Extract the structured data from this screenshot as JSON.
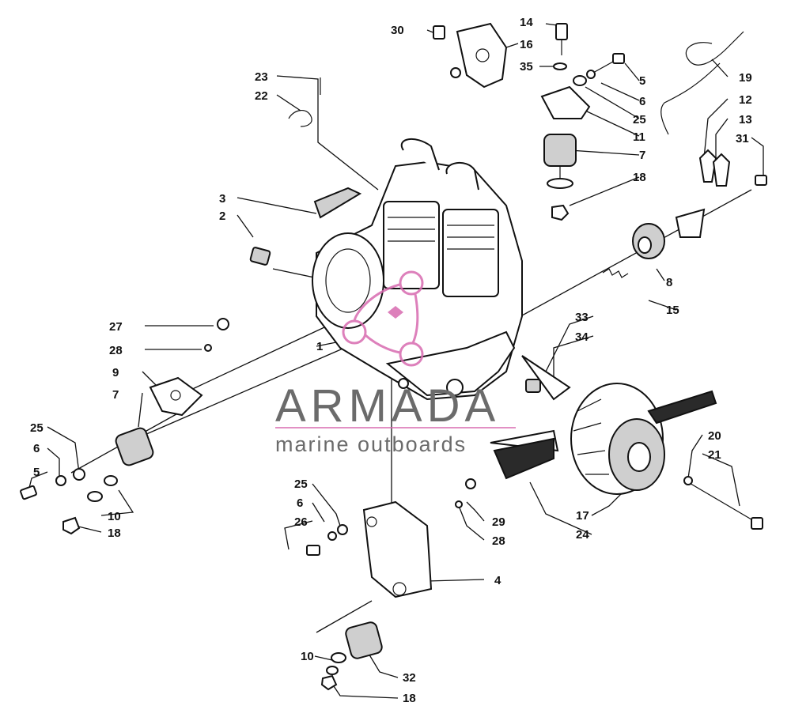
{
  "watermark": {
    "title": "ARMADA",
    "subtitle": "marine outboards",
    "accent_color": "#d86bb0",
    "text_color": "#6b6b6b"
  },
  "callouts": [
    "30",
    "16",
    "14",
    "35",
    "5",
    "6",
    "25",
    "11",
    "7",
    "18",
    "19",
    "12",
    "13",
    "31",
    "23",
    "22",
    "3",
    "2",
    "8",
    "15",
    "27",
    "28",
    "1",
    "9",
    "7",
    "25",
    "6",
    "5",
    "10",
    "18",
    "33",
    "34",
    "20",
    "21",
    "17",
    "24",
    "25",
    "6",
    "26",
    "29",
    "28",
    "4",
    "10",
    "32",
    "18"
  ]
}
